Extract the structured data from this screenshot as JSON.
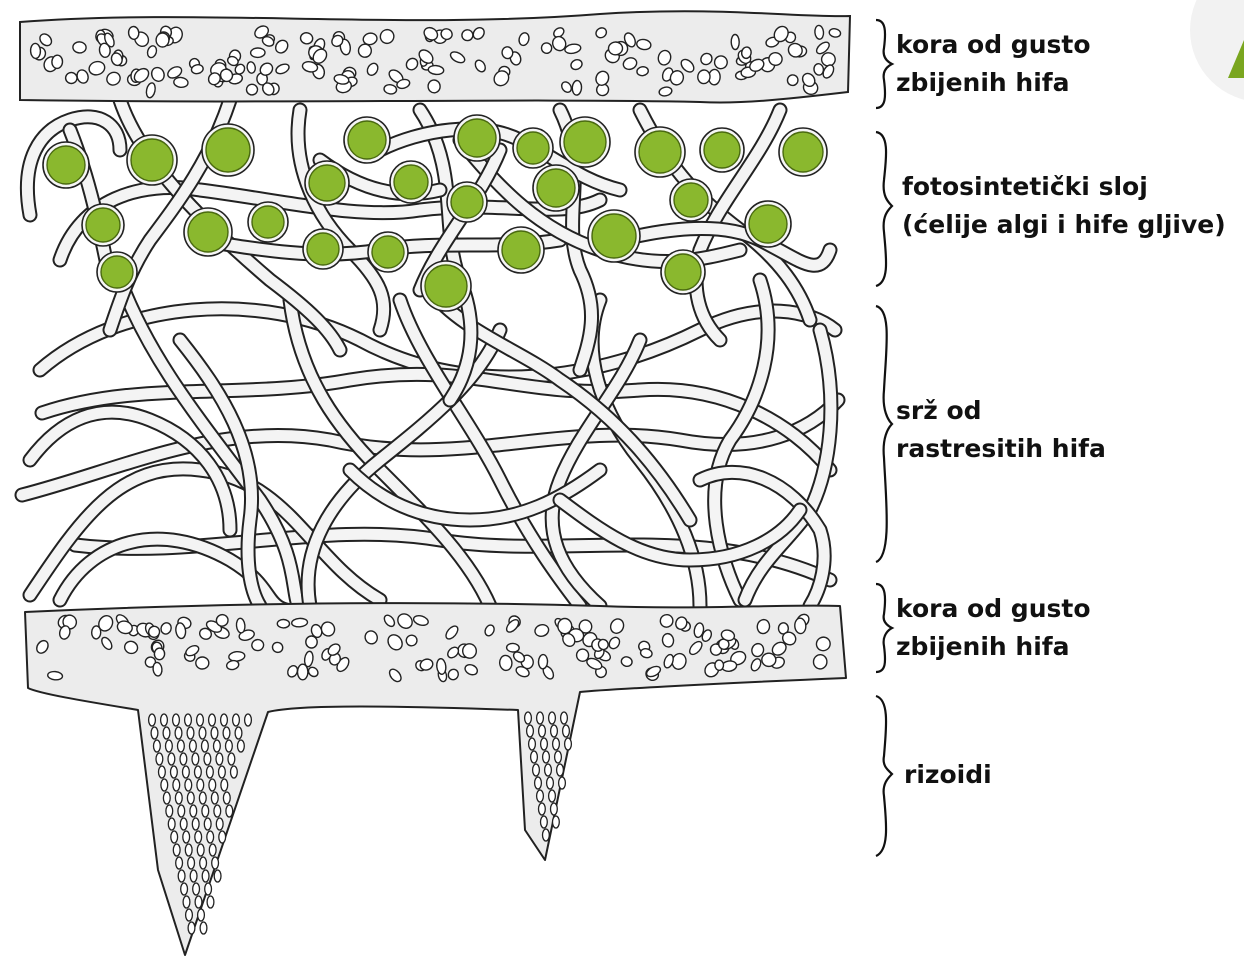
{
  "labels": [
    {
      "id": "top-cortex",
      "lines": [
        "kora od gusto",
        "zbijenih hifa"
      ]
    },
    {
      "id": "photosynthetic-layer",
      "lines": [
        "fotosintetički sloj",
        "(ćelije algi i hife gljive)"
      ]
    },
    {
      "id": "medulla",
      "lines": [
        "srž od",
        "rastresitih hifa"
      ]
    },
    {
      "id": "bottom-cortex",
      "lines": [
        "kora od gusto",
        "zbijenih hifa"
      ]
    },
    {
      "id": "rhizoids",
      "lines": [
        "rizoidi"
      ]
    }
  ],
  "colors": {
    "tissue_fill": "#ececec",
    "outline": "#222222",
    "hypha_fill": "#f4f4f4",
    "algae_fill": "#8ab82e",
    "algae_ring": "#f6f6f6",
    "corner_accent": "#7aa61f"
  }
}
